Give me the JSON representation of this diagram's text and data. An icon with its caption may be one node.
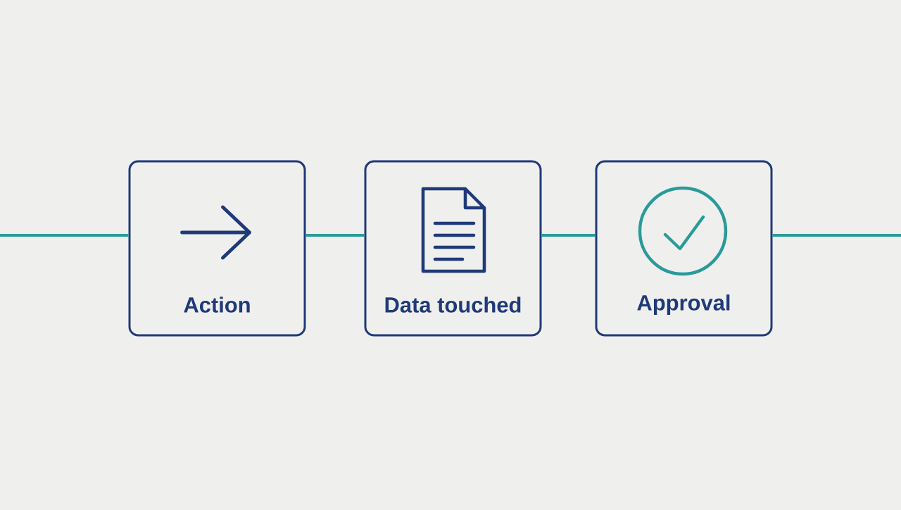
{
  "diagram": {
    "nodes": [
      {
        "text": [
          "Action"
        ]
      },
      {
        "text": [
          "Data touched"
        ]
      },
      {
        "text": [
          "Approval"
        ]
      }
    ],
    "edges": [
      {
        "from": null,
        "to": 0,
        "arrow": "none"
      },
      {
        "from": 0,
        "to": 1,
        "arrow": "none"
      },
      {
        "from": 1,
        "to": 2,
        "arrow": "none"
      },
      {
        "from": 2,
        "to": null,
        "arrow": "none"
      }
    ]
  }
}
